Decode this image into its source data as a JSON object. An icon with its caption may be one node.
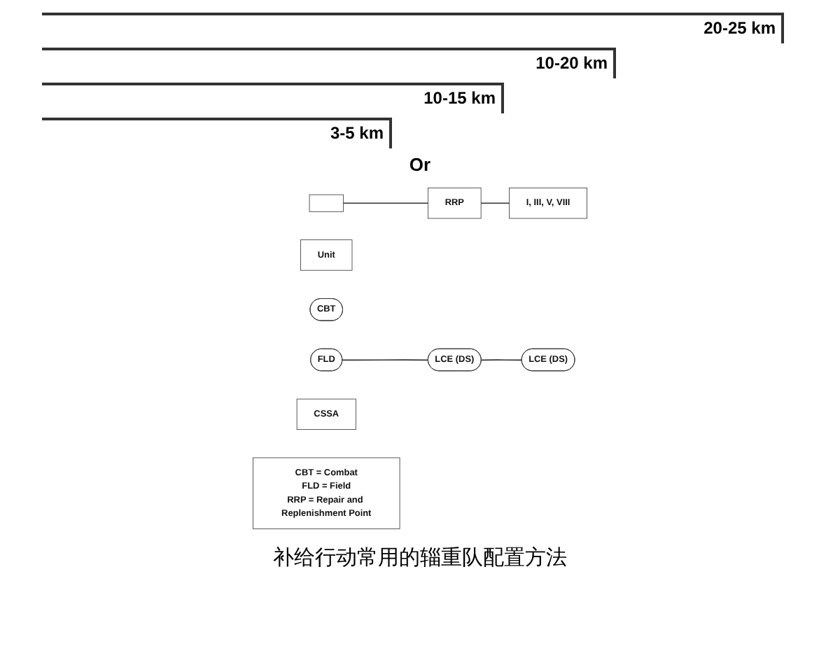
{
  "diagram": {
    "caption": "补给行动常用的辎重队配置方法",
    "nodes": [
      {
        "text": [],
        "shape": "box"
      },
      {
        "text": [
          "RRP"
        ]
      },
      {
        "text": [
          "I, III, V, VIII"
        ]
      },
      {
        "text": [
          "Unit"
        ]
      },
      {
        "text": [
          "CBT"
        ]
      },
      {
        "text": [
          "FLD"
        ]
      },
      {
        "text": [
          "LCE (DS)"
        ]
      },
      {
        "text": [
          "LCE (DS)"
        ]
      },
      {
        "text": [
          "CSSA"
        ]
      },
      {
        "text": [
          "CBT = Combat",
          "FLD = Field",
          "RRP = Repair and Replenishment Point"
        ]
      }
    ],
    "edges": [
      {
        "from": 0,
        "to": 1,
        "arrow": "none"
      },
      {
        "from": 1,
        "to": 2,
        "arrow": "none"
      },
      {
        "from": 5,
        "to": 6,
        "arrow": "none"
      },
      {
        "from": 6,
        "to": 7,
        "arrow": "none"
      }
    ],
    "labels": [
      "20-25 km",
      "10-20 km",
      "10-15 km",
      "3-5 km",
      "Or"
    ]
  }
}
